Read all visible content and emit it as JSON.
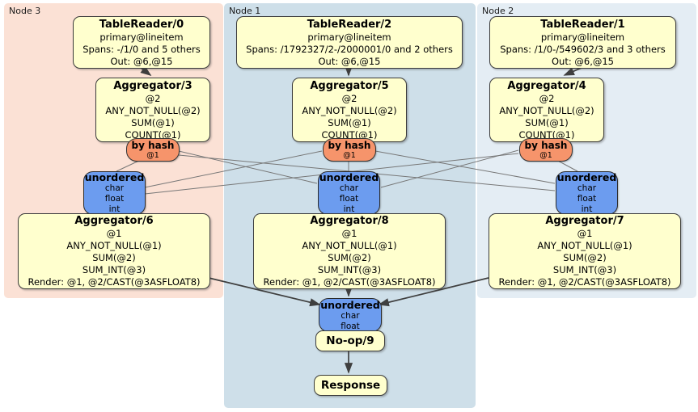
{
  "colors": {
    "node3_bg": "#FBE1D5",
    "node1_bg": "#CEDFE9",
    "node2_bg": "#E4EDF4",
    "processor_fill": "#FFFFCE",
    "router_fill": "#F6946B",
    "stream_fill": "#6C9CEF",
    "edge": "#777777",
    "arrow": "#3F3F3F"
  },
  "regions": {
    "node3": {
      "label": "Node 3"
    },
    "node1": {
      "label": "Node 1"
    },
    "node2": {
      "label": "Node 2"
    }
  },
  "processors": {
    "tr0": {
      "title": "TableReader/0",
      "lines": [
        "primary@lineitem",
        "Spans: -/1/0 and 5 others",
        "Out: @6,@15"
      ]
    },
    "tr2": {
      "title": "TableReader/2",
      "lines": [
        "primary@lineitem",
        "Spans: /1792327/2-/2000001/0 and 2 others",
        "Out: @6,@15"
      ]
    },
    "tr1": {
      "title": "TableReader/1",
      "lines": [
        "primary@lineitem",
        "Spans: /1/0-/549602/3 and 3 others",
        "Out: @6,@15"
      ]
    },
    "agg3": {
      "title": "Aggregator/3",
      "lines": [
        "@2",
        "ANY_NOT_NULL(@2)",
        "SUM(@1)",
        "COUNT(@1)"
      ]
    },
    "agg5": {
      "title": "Aggregator/5",
      "lines": [
        "@2",
        "ANY_NOT_NULL(@2)",
        "SUM(@1)",
        "COUNT(@1)"
      ]
    },
    "agg4": {
      "title": "Aggregator/4",
      "lines": [
        "@2",
        "ANY_NOT_NULL(@2)",
        "SUM(@1)",
        "COUNT(@1)"
      ]
    },
    "agg6": {
      "title": "Aggregator/6",
      "lines": [
        "@1",
        "ANY_NOT_NULL(@1)",
        "SUM(@2)",
        "SUM_INT(@3)",
        "Render: @1, @2/CAST(@3ASFLOAT8)"
      ]
    },
    "agg8": {
      "title": "Aggregator/8",
      "lines": [
        "@1",
        "ANY_NOT_NULL(@1)",
        "SUM(@2)",
        "SUM_INT(@3)",
        "Render: @1, @2/CAST(@3ASFLOAT8)"
      ]
    },
    "agg7": {
      "title": "Aggregator/7",
      "lines": [
        "@1",
        "ANY_NOT_NULL(@1)",
        "SUM(@2)",
        "SUM_INT(@3)",
        "Render: @1, @2/CAST(@3ASFLOAT8)"
      ]
    },
    "noop": {
      "title": "No-op/9"
    },
    "response": {
      "title": "Response"
    }
  },
  "routers": {
    "hash3": {
      "title": "by hash",
      "sub": "@1"
    },
    "hash1": {
      "title": "by hash",
      "sub": "@1"
    },
    "hash2": {
      "title": "by hash",
      "sub": "@1"
    }
  },
  "streams": {
    "uno3": {
      "title": "unordered",
      "cols": [
        "char",
        "float",
        "int"
      ]
    },
    "uno1": {
      "title": "unordered",
      "cols": [
        "char",
        "float",
        "int"
      ]
    },
    "uno2": {
      "title": "unordered",
      "cols": [
        "char",
        "float",
        "int"
      ]
    },
    "unoFinal": {
      "title": "unordered",
      "cols": [
        "char",
        "float"
      ]
    }
  }
}
